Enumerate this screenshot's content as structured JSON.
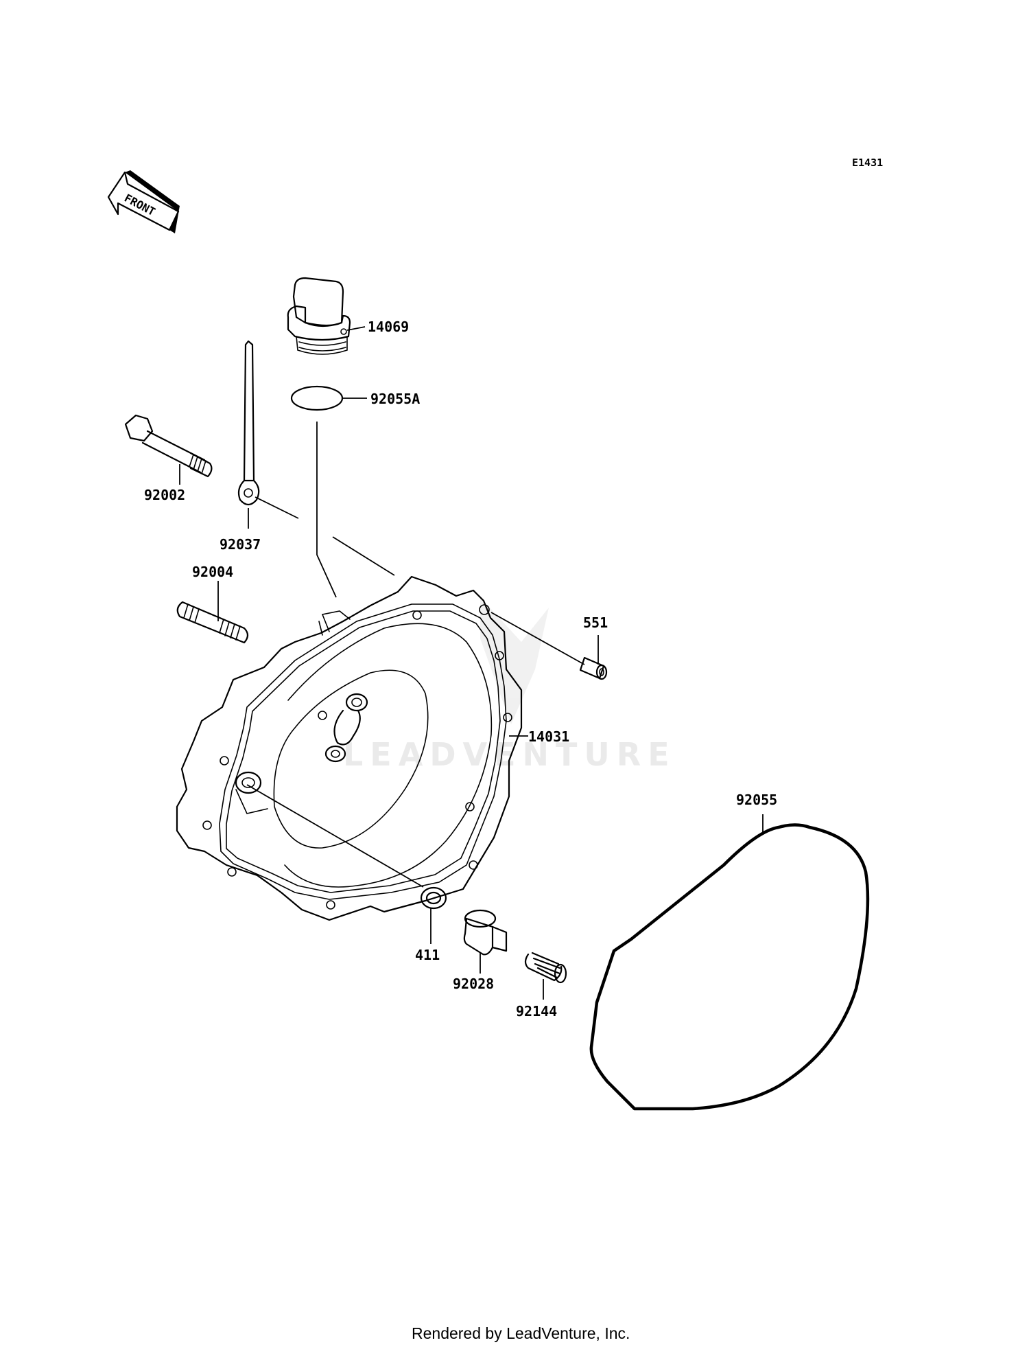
{
  "diagram": {
    "drawing_code": "E1431",
    "front_label": "FRONT",
    "watermark": "LEADVENTURE",
    "footer": "Rendered by LeadVenture, Inc.",
    "parts": [
      {
        "id": "oil-filler-cap",
        "number": "14069"
      },
      {
        "id": "o-ring-cap",
        "number": "92055A"
      },
      {
        "id": "bolt",
        "number": "92002"
      },
      {
        "id": "dipstick",
        "number": "92037"
      },
      {
        "id": "stud",
        "number": "92004"
      },
      {
        "id": "dowel-pin",
        "number": "551"
      },
      {
        "id": "crankcase-cover",
        "number": "14031"
      },
      {
        "id": "cover-gasket",
        "number": "92055"
      },
      {
        "id": "washer",
        "number": "411"
      },
      {
        "id": "collar",
        "number": "92028"
      },
      {
        "id": "spring",
        "number": "92144"
      }
    ]
  }
}
